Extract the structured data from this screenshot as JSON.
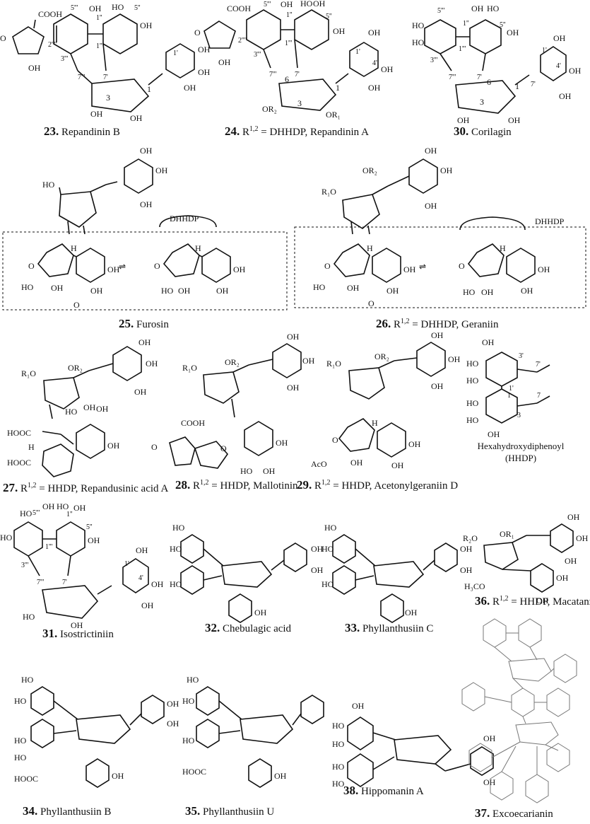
{
  "compounds": [
    {
      "num": "23.",
      "label": "Repandinin B"
    },
    {
      "num": "24.",
      "sub": "1,2",
      "label": " = DHHDP, Repandinin A"
    },
    {
      "num": "30.",
      "label": "Corilagin"
    },
    {
      "num": "25.",
      "label": "Furosin"
    },
    {
      "num": "26.",
      "sub": "1,2",
      "label": " = DHHDP, Geraniin"
    },
    {
      "num": "27.",
      "sub": "1,2",
      "label": " = HHDP, Repandusinic acid A"
    },
    {
      "num": "28.",
      "sub": "1,2",
      "label": " = HHDP, Mallotinin"
    },
    {
      "num": "29.",
      "sub": "1,2",
      "label": " = HHDP, Acetonylgeraniin D"
    },
    {
      "num": "31.",
      "label": "Isostrictiniin"
    },
    {
      "num": "32.",
      "label": "Chebulagic acid"
    },
    {
      "num": "33.",
      "label": "Phyllanthusiin C"
    },
    {
      "num": "36.",
      "sub": "1,2",
      "label": " = HHDP, Macatannin B"
    },
    {
      "num": "34.",
      "label": "Phyllanthusiin B"
    },
    {
      "num": "35.",
      "label": "Phyllanthusiin U"
    },
    {
      "num": "38.",
      "label": "Hippomanin A"
    },
    {
      "num": "37.",
      "label": "Excoecarianin"
    }
  ],
  "r_symbol": "R",
  "hhdp_note": {
    "line1": "Hexahydroxydiphenoyl",
    "line2": "(HHDP)"
  },
  "dhhdp_tag": "DHHDP",
  "atoms": {
    "oh": "OH",
    "ho": "HO",
    "cooh": "COOH",
    "hooc": "HOOC",
    "h": "H",
    "o": "O",
    "r1o": "R₁O",
    "or2": "OR₂",
    "or1": "OR₁",
    "r2o": "R₂O",
    "aco": "AcO",
    "h3coc": "H₃CO",
    "n1": "1",
    "n3": "3",
    "n6": "6",
    "n7": "7",
    "p1": "1'",
    "p3": "3'",
    "p4": "4'",
    "p7": "7'",
    "pp1": "1''",
    "pp5": "5''",
    "ppp1": "1'''",
    "ppp3": "3'''",
    "ppp5": "5'''",
    "ppp7": "7'''",
    "pppp2": "2''''"
  }
}
